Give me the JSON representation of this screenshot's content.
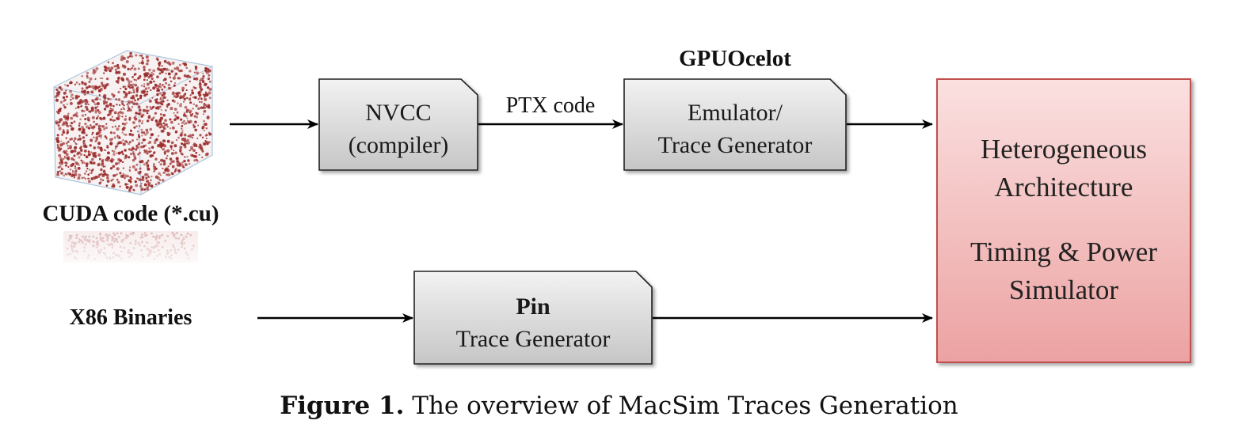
{
  "diagram": {
    "cuda_label": "CUDA code (*.cu)",
    "x86_label": "X86 Binaries",
    "nvcc": {
      "line1": "NVCC",
      "line2": "(compiler)"
    },
    "ptx_label": "PTX code",
    "gpuocelot_title": "GPUOcelot",
    "emulator": {
      "line1": "Emulator/",
      "line2": "Trace Generator"
    },
    "pin": {
      "title": "Pin",
      "subtitle": "Trace Generator"
    },
    "simulator": {
      "line1": "Heterogeneous",
      "line2": "Architecture",
      "line3": "Timing & Power",
      "line4": "Simulator"
    },
    "colors": {
      "box_fill_top": "#f2f2f2",
      "box_fill_bottom": "#c8c8c8",
      "simulator_fill_top": "#fbe0e0",
      "simulator_fill_bottom": "#eda3a3",
      "simulator_border": "#c0504d",
      "cube_dots": "#9b2c2c"
    }
  },
  "caption": {
    "figure_label": "Figure 1.",
    "text": " The overview of MacSim Traces Generation"
  }
}
